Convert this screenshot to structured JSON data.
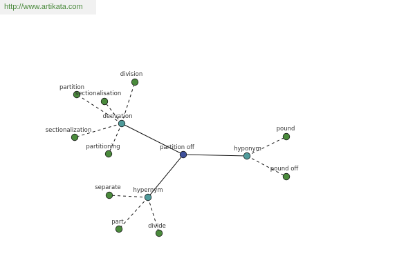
{
  "banner": {
    "text": "http://www.artikata.com"
  },
  "colors": {
    "root": "#3d4f9a",
    "relation": "#4f9a9a",
    "leaf": "#4a8a3c"
  },
  "graph": {
    "root": {
      "id": "partition_off",
      "label": "partition off"
    },
    "relations": [
      {
        "id": "derivation",
        "label": "derivation",
        "words": [
          {
            "id": "division",
            "label": "division"
          },
          {
            "id": "partition",
            "label": "partition"
          },
          {
            "id": "sectionalisation",
            "label": "sectionalisation"
          },
          {
            "id": "sectionalization",
            "label": "sectionalization"
          },
          {
            "id": "partitioning",
            "label": "partitioning"
          }
        ]
      },
      {
        "id": "hyponym",
        "label": "hyponym",
        "words": [
          {
            "id": "pound",
            "label": "pound"
          },
          {
            "id": "pound_off",
            "label": "pound off"
          }
        ]
      },
      {
        "id": "hypernym",
        "label": "hypernym",
        "words": [
          {
            "id": "separate",
            "label": "separate"
          },
          {
            "id": "part",
            "label": "part"
          },
          {
            "id": "divide",
            "label": "divide"
          }
        ]
      }
    ]
  }
}
